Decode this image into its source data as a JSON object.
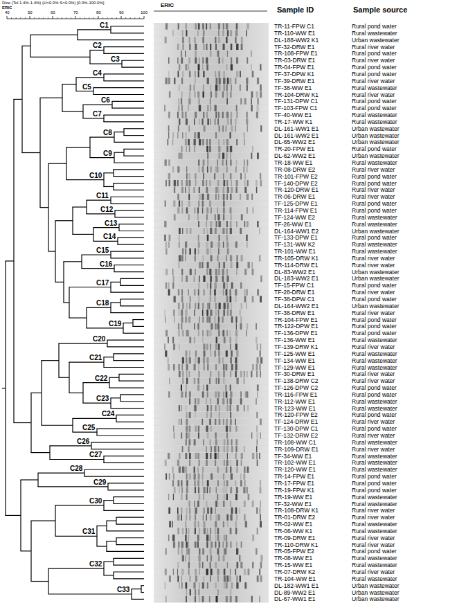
{
  "diagram": {
    "labels": [
      "Dice (Tol 1.4%-1.4%) (H>0.0% S>0.0%) [0.0%-100.0%]",
      "ERIC",
      "40",
      "50",
      "60",
      "70",
      "80",
      "90",
      "100",
      "ERIC",
      "Sample ID",
      "Sample source",
      "TR-11-FPW C1",
      "Rural pond water",
      "TR-110-WW E1",
      "Rural wastewater",
      "DL-188-WW2 K1",
      "Urban wastewater",
      "TF-32-DRW E1",
      "Rural river water",
      "TR-108-FPW E1",
      "Rural pond water",
      "TR-03-DRW E1",
      "Rural river water",
      "TR-04-FPW E1",
      "Rural pond water",
      "TF-37-DPW K1",
      "Rural pond water",
      "TF-39-DRW E1",
      "Rural river water",
      "TF-38-WW E1",
      "Rural wastewater",
      "TR-104-DRW K1",
      "Rural river water",
      "TF-131-DPW C1",
      "Rural pond water",
      "TF-103-FPW C1",
      "Rural pond water",
      "TF-40-WW E1",
      "Rural wastewater",
      "TR-17-WW K1",
      "Rural wastewater",
      "DL-161-WW1 E1",
      "Urban wastewater",
      "DL-161-WW2 E1",
      "Urban wastewater",
      "DL-65-WW2 E1",
      "Urban wastewater",
      "TR-20-FPW E1",
      "Rural pond water",
      "DL-62-WW2 E1",
      "Urban wastewater",
      "TR-18-WW E1",
      "Rural wastewater",
      "TR-08-DRW E2",
      "Rural river water",
      "TR-101-FPW E2",
      "Rural pond water",
      "TF-140-DPW E2",
      "Rural pond water",
      "TR-120-DRW E1",
      "Rural river water",
      "TR-06-DRW E1",
      "Rural river water",
      "TF-125-DPW E1",
      "Rural pond water",
      "TR-114-FPW E1",
      "Rural pond water",
      "TF-124-WW E2",
      "Rural wastewater",
      "TF-26-WW E1",
      "Rural wastewater",
      "DL-164-WW1 E2",
      "Urban wastewater",
      "TF-133-DPW E1",
      "Rural pond water",
      "TF-131-WW K2",
      "Rural wastewater",
      "TR-101-WW E1",
      "Rural wastewater",
      "TR-105-DRW K1",
      "Rural river water",
      "TR-114-DRW E1",
      "Rural river water",
      "DL-83-WW2 E1",
      "Urban wastewater",
      "DL-183-WW2 E1",
      "Urban wastewater",
      "TF-15-FPW C1",
      "Rural pond water",
      "TF-28-DRW E1",
      "Rural river water",
      "TF-38-DPW C1",
      "Rural pond water",
      "DL-164-WW2 E1",
      "Urban wastewater",
      "TF-38-DRW E1",
      "Rural river water",
      "TR-104-FPW E1",
      "Rural pond water",
      "TR-122-DPW E1",
      "Rural pond water",
      "TF-136-DPW E1",
      "Rural pond water",
      "TF-136-WW E1",
      "Rural wastewater",
      "TF-139-DRW K1",
      "Rural river water",
      "TF-125-WW E1",
      "Rural wastewater",
      "TF-134-WW E1",
      "Rural wastewater",
      "TF-129-WW E1",
      "Rural wastewater",
      "TF-30-DRW E1",
      "Rural river water",
      "TF-138-DRW C2",
      "Rural river water",
      "TF-126-DPW C2",
      "Rural pond water",
      "TR-116-FPW E1",
      "Rural pond water",
      "TR-112-WW E1",
      "Rural wastewater",
      "TR-123-WW E1",
      "Rural wastewater",
      "TR-120-FPW E2",
      "Rural pond water",
      "TF-124-DRW E1",
      "Rural river water",
      "TF-130-DPW C1",
      "Rural pond water",
      "TF-132-DRW E2",
      "Rural river water",
      "TR-108-WW C1",
      "Rural wastewater",
      "TR-109-DRW E1",
      "Rural river water",
      "TF-34-WW E1",
      "Rural wastewater",
      "TR-102-WW E1",
      "Rural wastewater",
      "TR-120-WW E1",
      "Rural wastewater",
      "TR-14-FPW E1",
      "Rural pond water",
      "TR-17-FPW E1",
      "Rural pond water",
      "TR-19-FPW K1",
      "Rural pond water",
      "TR-19-WW E1",
      "Rural wastewater",
      "TF-32-WW E1",
      "Rural wastewater",
      "TR-108-DRW K1",
      "Rural river water",
      "TR-01-DRW E2",
      "Rural river water",
      "TR-02-WW E1",
      "Rural wastewater",
      "TR-06-WW K1",
      "Rural wastewater",
      "TR-09-DRW E1",
      "Rural river water",
      "TR-110-DRW K1",
      "Rural river water",
      "TR-05-FPW E2",
      "Rural pond water",
      "TR-08-WW E1",
      "Rural wastewater",
      "TR-15-WW E1",
      "Rural wastewater",
      "TR-07-DRW K2",
      "Rural river water",
      "TR-104-WW E1",
      "Rural wastewater",
      "DL-182-WW1 E1",
      "Urban wastewater",
      "DL-89-WW2 E1",
      "Urban wastewater",
      "DL-67-WW1 E1",
      "Urban wastewater",
      "C1",
      "C2",
      "C3",
      "C4",
      "C5",
      "C6",
      "C7",
      "C8",
      "C9",
      "C10",
      "C11",
      "C12",
      "C13",
      "C14",
      "C15",
      "C16",
      "C17",
      "C18",
      "C19",
      "C20",
      "C21",
      "C22",
      "C23",
      "C24",
      "C25",
      "C26",
      "C27",
      "C28",
      "C29",
      "C30",
      "C31",
      "C32",
      "C33"
    ]
  }
}
